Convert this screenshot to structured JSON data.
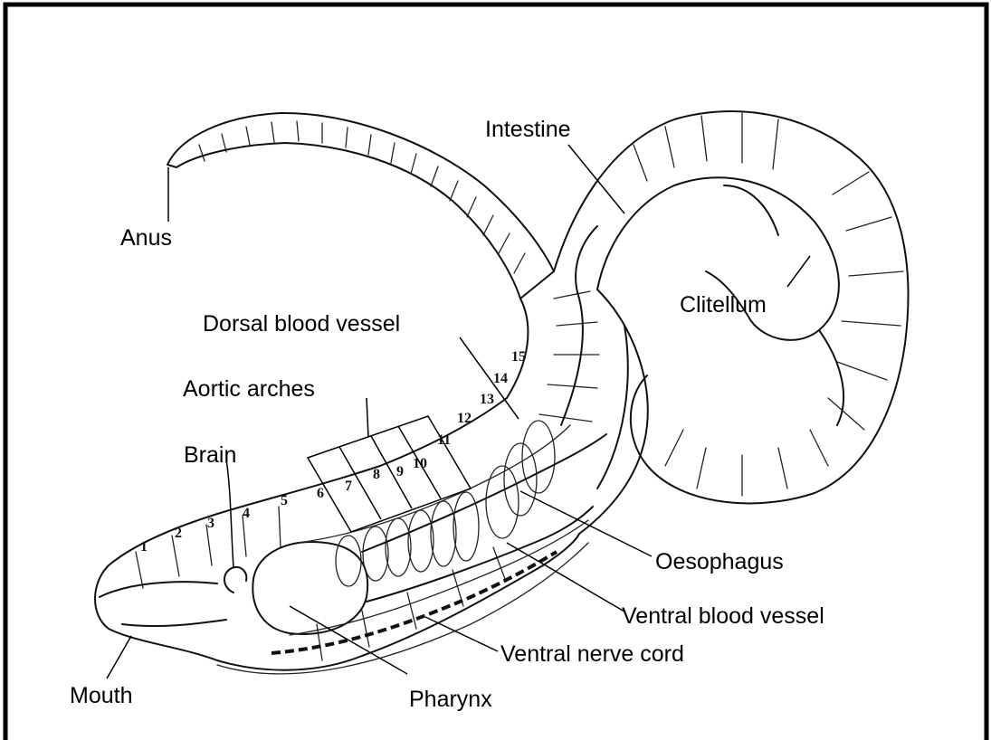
{
  "labels": {
    "anus": "Anus",
    "intestine": "Intestine",
    "clitellum": "Clitellum",
    "dorsal_blood_vessel": "Dorsal blood vessel",
    "aortic_arches": "Aortic arches",
    "brain": "Brain",
    "oesophagus": "Oesophagus",
    "ventral_blood_vessel": "Ventral blood vessel",
    "ventral_nerve_cord": "Ventral nerve cord",
    "mouth": "Mouth",
    "pharynx": "Pharynx"
  },
  "segment_numbers": [
    "1",
    "2",
    "3",
    "4",
    "5",
    "6",
    "7",
    "8",
    "9",
    "10",
    "11",
    "12",
    "13",
    "14",
    "15"
  ]
}
